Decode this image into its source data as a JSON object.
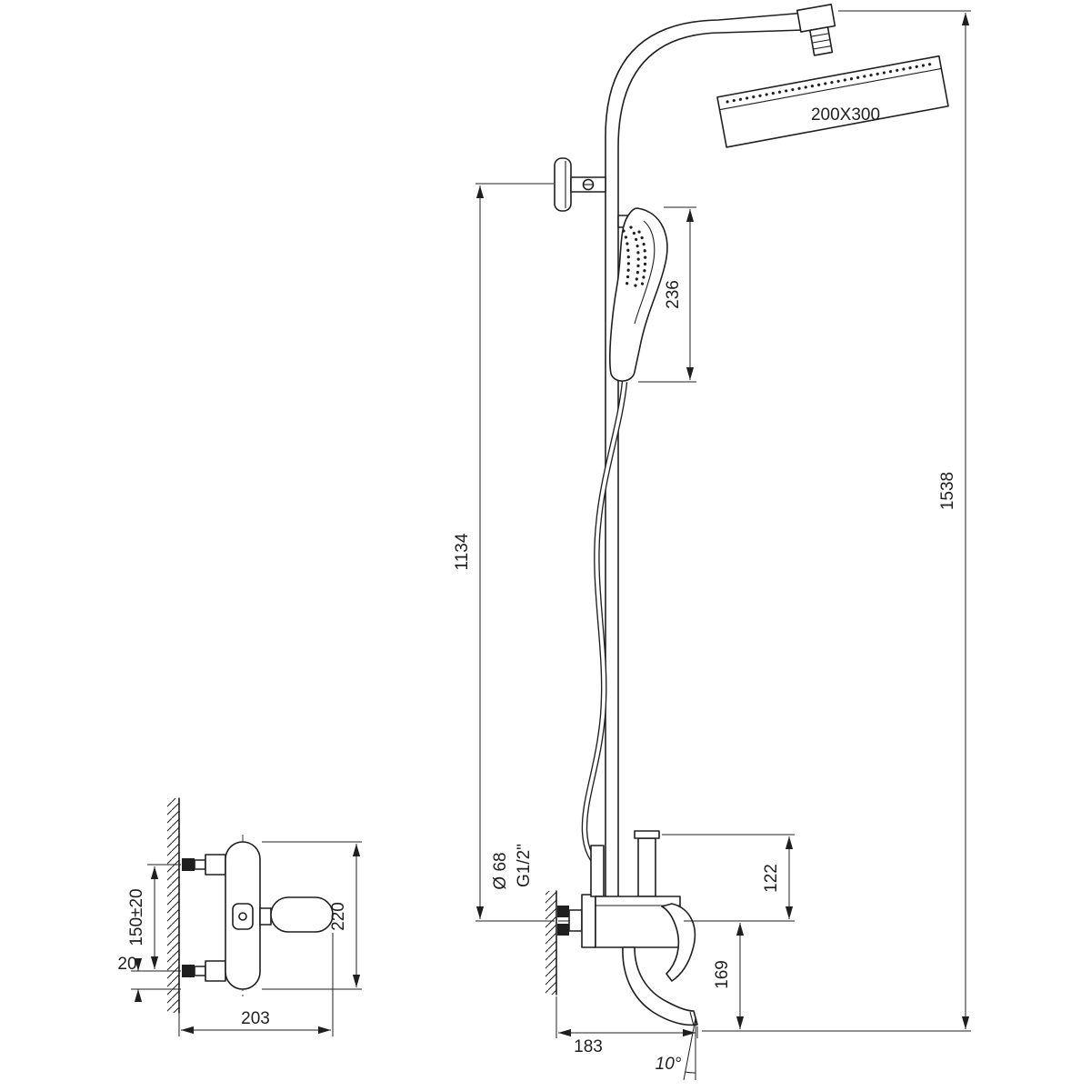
{
  "page": {
    "background": "#ffffff",
    "line_color": "#1f1f1f"
  },
  "front_view": {
    "head_size": "200X300",
    "hand_shower_length": "236",
    "overall_height": "1538",
    "column_height": "1134",
    "mixer_height": "122",
    "spout_drop": "169",
    "spout_reach": "183",
    "escutcheon_diameter": "Ø 68",
    "connection_thread": "G1/2\"",
    "spout_angle": "10°"
  },
  "side_view": {
    "mounting_spacing": "150±20",
    "bottom_offset": "20",
    "body_height": "220",
    "overall_depth": "203"
  }
}
